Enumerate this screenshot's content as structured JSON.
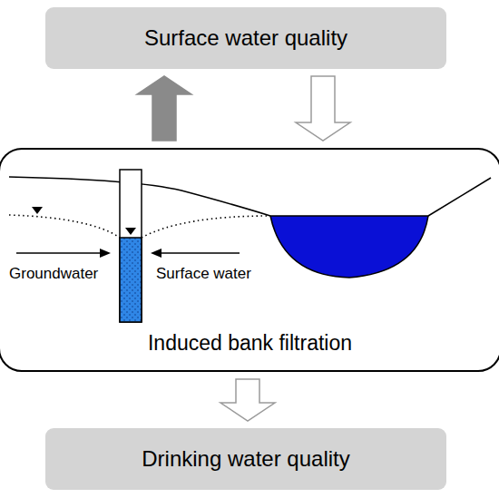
{
  "diagram": {
    "nodes": [
      {
        "text": [
          "Surface water quality"
        ]
      },
      {
        "text": [
          "Induced bank filtration"
        ]
      },
      {
        "text": [
          "Drinking water quality"
        ]
      }
    ],
    "edges": [
      {
        "from": 1,
        "to": 0,
        "arrow": "to"
      },
      {
        "from": 0,
        "to": 1,
        "arrow": "to"
      },
      {
        "from": 1,
        "to": 2,
        "arrow": "to"
      }
    ],
    "labels": [
      "Groundwater",
      "Surface water"
    ]
  }
}
